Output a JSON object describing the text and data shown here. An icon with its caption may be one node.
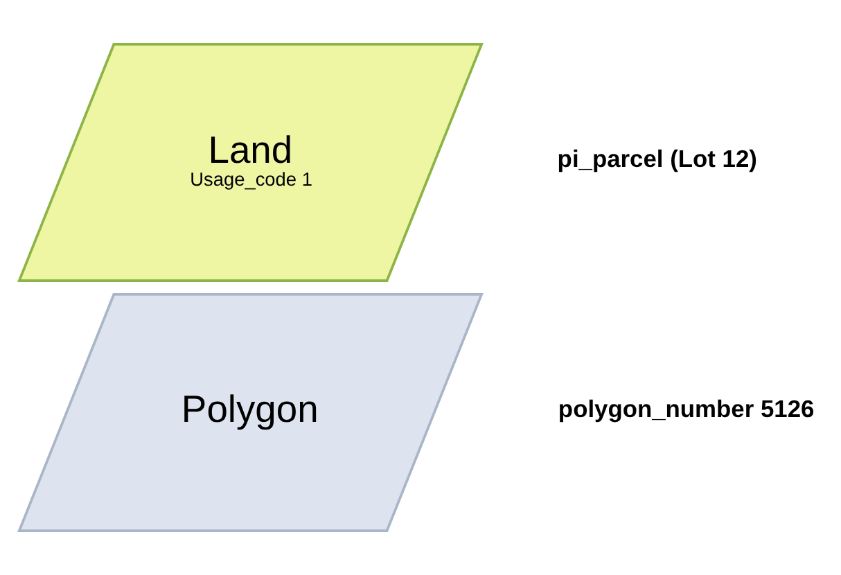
{
  "diagram": {
    "nodes": [
      {
        "text": [
          "Land",
          "Usage_code 1"
        ],
        "beside": [
          "pi_parcel (Lot 12)"
        ]
      },
      {
        "text": [
          "Polygon"
        ],
        "beside": [
          "polygon_number 5126"
        ]
      }
    ]
  }
}
